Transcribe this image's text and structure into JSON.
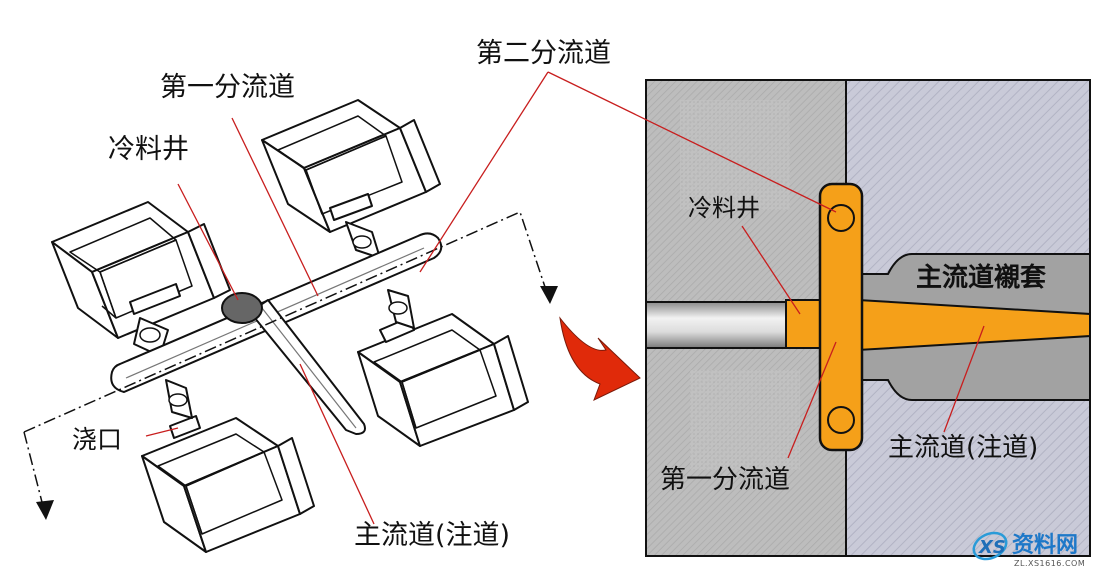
{
  "left_view": {
    "labels": {
      "secondary_runner": "第二分流道",
      "primary_runner": "第一分流道",
      "cold_slug_well": "冷料井",
      "gate": "浇口",
      "main_sprue": "主流道(注道)"
    }
  },
  "right_view": {
    "labels": {
      "cold_slug_well": "冷料井",
      "sprue_bushing": "主流道襯套",
      "primary_runner": "第一分流道",
      "main_sprue": "主流道(注道)"
    }
  },
  "watermark": {
    "text": "资料网",
    "url": "ZL.XS1616.COM"
  },
  "colors": {
    "runner_orange": "#f5a019",
    "leader_red": "#c81e1e",
    "arrow_red": "#e02a0a",
    "mold_left": "#bdbdbd",
    "mold_right": "#c9cad8",
    "outline": "#111111"
  },
  "icons": {
    "transition_arrow": "curved-red-arrow-icon",
    "watermark_logo": "xs-logo-icon"
  }
}
